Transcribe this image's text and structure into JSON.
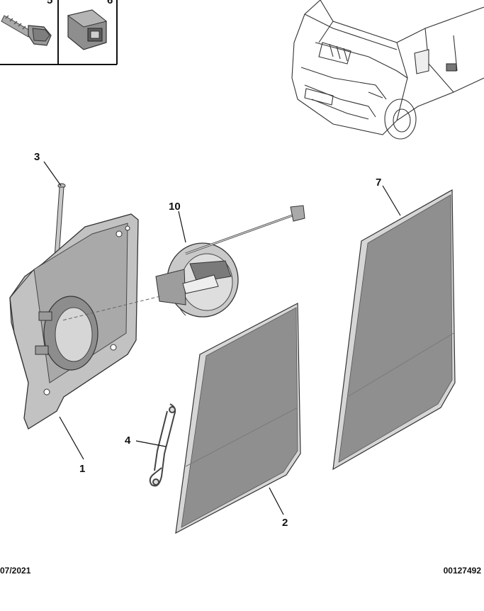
{
  "inset": {
    "cell_labels": [
      "5",
      "6"
    ]
  },
  "callouts": {
    "c1": "1",
    "c2": "2",
    "c3": "3",
    "c4": "4",
    "c7": "7",
    "c10": "10"
  },
  "footer": {
    "date": "07/2021",
    "reference": "00127492"
  },
  "colors": {
    "panel_fill": "#8f8f8f",
    "panel_edge": "#d6d6d6",
    "housing_fill": "#c2c2c2",
    "line": "#222222"
  },
  "icons": [
    "bolt-icon",
    "clip-icon",
    "van-icon",
    "fuel-flap-housing-icon",
    "fuel-cap-icon",
    "spring-clip-icon",
    "door-panel-icon",
    "side-panel-icon"
  ]
}
